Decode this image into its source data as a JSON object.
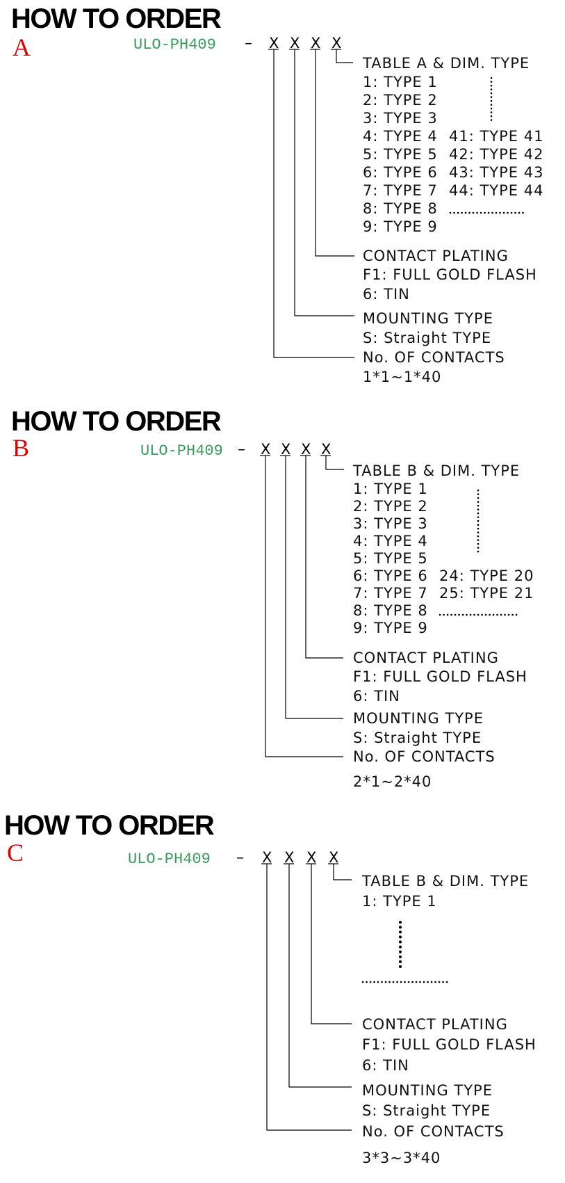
{
  "sections": {
    "a": {
      "heading": "HOW TO ORDER",
      "letter": "A",
      "part_number": "ULO-PH409",
      "separator": "–",
      "x": [
        "X",
        "X",
        "X",
        "X"
      ],
      "table_title": "TABLE A & DIM. TYPE",
      "types_left": [
        "1: TYPE 1",
        "2: TYPE 2",
        "3: TYPE 3",
        "4: TYPE 4",
        "5: TYPE 5",
        "6: TYPE 6",
        "7: TYPE 7",
        "8: TYPE 8",
        "9: TYPE 9"
      ],
      "types_right": [
        "41: TYPE 41",
        "42: TYPE 42",
        "43: TYPE 43",
        "44: TYPE 44"
      ],
      "plating_title": "CONTACT PLATING",
      "plating_options": [
        "F1: FULL GOLD FLASH",
        "6: TIN"
      ],
      "mounting_title": "MOUNTING TYPE",
      "mounting_options": [
        "S: Straight TYPE"
      ],
      "contacts_title": "No. OF CONTACTS",
      "contacts_range": "1*1~1*40"
    },
    "b": {
      "heading": "HOW TO ORDER",
      "letter": "B",
      "part_number": "ULO-PH409",
      "separator": "–",
      "x": [
        "X",
        "X",
        "X",
        "X"
      ],
      "table_title": "TABLE B & DIM. TYPE",
      "types_left": [
        "1: TYPE 1",
        "2: TYPE 2",
        "3: TYPE 3",
        "4: TYPE 4",
        "5: TYPE 5",
        "6: TYPE 6",
        "7: TYPE 7",
        "8: TYPE 8",
        "9: TYPE 9"
      ],
      "types_right": [
        "24: TYPE 20",
        "25: TYPE 21"
      ],
      "plating_title": "CONTACT PLATING",
      "plating_options": [
        "F1: FULL GOLD FLASH",
        "6: TIN"
      ],
      "mounting_title": "MOUNTING TYPE",
      "mounting_options": [
        "S: Straight TYPE"
      ],
      "contacts_title": "No. OF CONTACTS",
      "contacts_range": "2*1~2*40"
    },
    "c": {
      "heading": "HOW TO ORDER",
      "letter": "C",
      "part_number": "ULO-PH409",
      "separator": "–",
      "x": [
        "X",
        "X",
        "X",
        "X"
      ],
      "table_title": "TABLE B & DIM. TYPE",
      "types_left": [
        "1: TYPE 1"
      ],
      "plating_title": "CONTACT PLATING",
      "plating_options": [
        "F1: FULL GOLD FLASH",
        "6: TIN"
      ],
      "mounting_title": "MOUNTING TYPE",
      "mounting_options": [
        "S: Straight TYPE"
      ],
      "contacts_title": "No. OF CONTACTS",
      "contacts_range": "3*3~3*40"
    }
  },
  "colors": {
    "heading": "#000000",
    "letter": "#e00000",
    "part_number": "#3a9a5c",
    "lines": "#000000"
  }
}
